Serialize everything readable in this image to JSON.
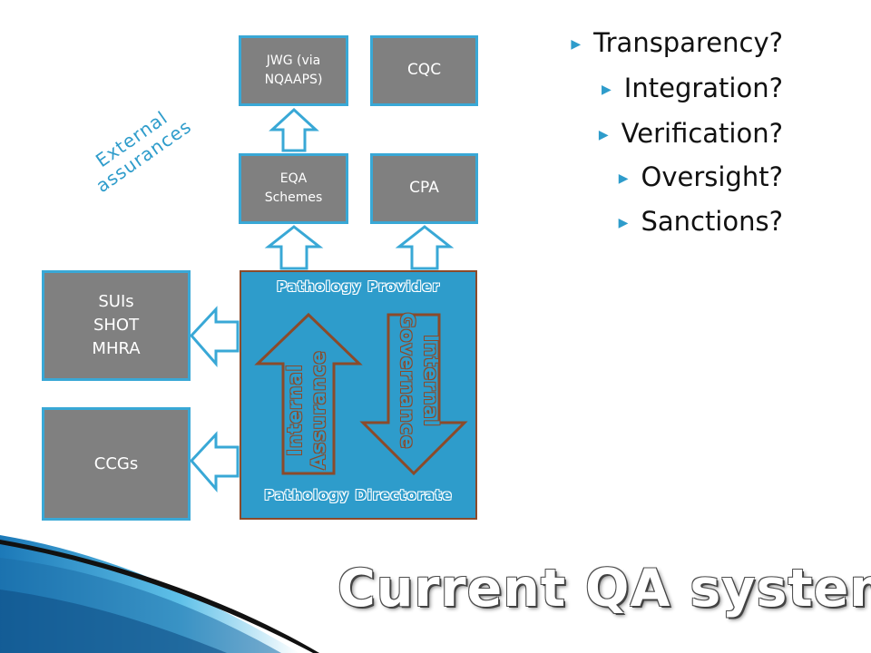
{
  "external_label": "External\nassurances",
  "boxes": {
    "jwg": "JWG (via\nNQAAPS)",
    "cqc": "CQC",
    "eqa": "EQA\nSchemes",
    "cpa": "CPA",
    "suis": "SUIs\nSHOT\nMHRA",
    "ccgs": "CCGs"
  },
  "provider": {
    "top_label": "Pathology Provider",
    "bottom_label": "Pathology Directorate",
    "assurance_arrow": [
      "Internal",
      "Assurance"
    ],
    "governance_arrow": [
      "Internal",
      "Governance"
    ]
  },
  "questions": [
    "Transparency?",
    "Integration?",
    "Verification?",
    "Oversight?",
    "Sanctions?"
  ],
  "bullet_glyph": "▶",
  "title": "Current QA system",
  "colors": {
    "accent": "#2e9ccb",
    "box_fill": "#808080",
    "arrow_brown": "#8b4a2a"
  }
}
